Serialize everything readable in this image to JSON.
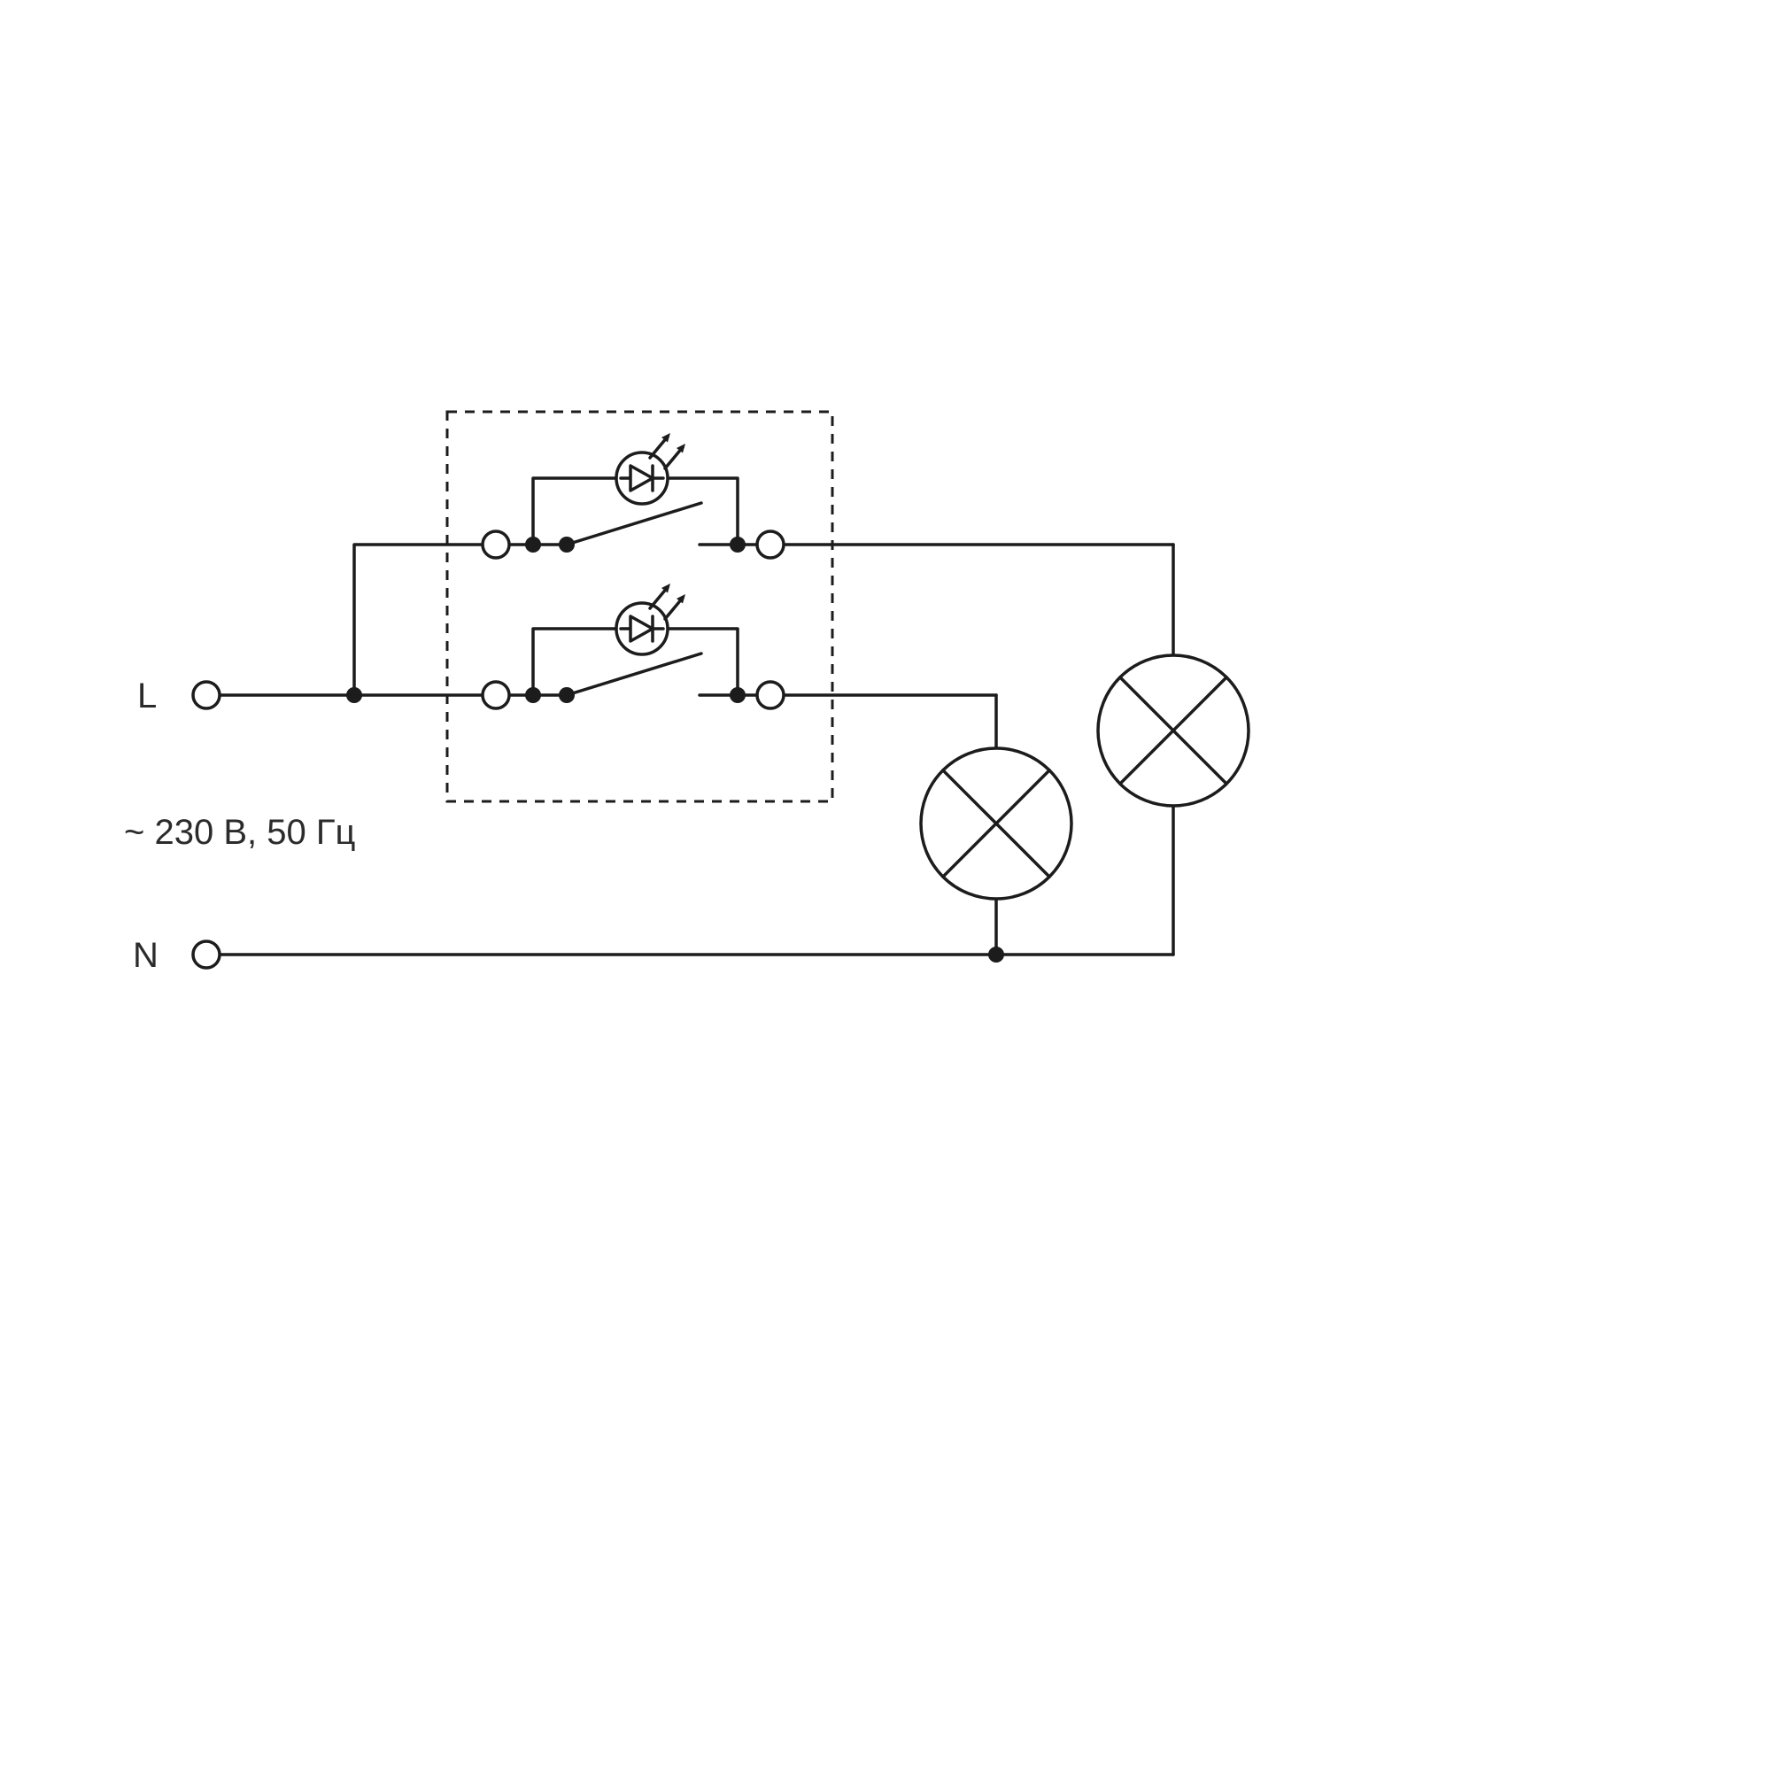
{
  "labels": {
    "line": "L",
    "neutral": "N",
    "power": "~ 230 В, 50 Гц"
  },
  "colors": {
    "stroke": "#1c1c1c",
    "background": "#ffffff"
  },
  "components": {
    "enclosure": "two-gang-switch-with-led-indicators",
    "switches": [
      "switch-1-led-indicator",
      "switch-2-led-indicator"
    ],
    "lamps": [
      "lamp-1",
      "lamp-2"
    ]
  }
}
